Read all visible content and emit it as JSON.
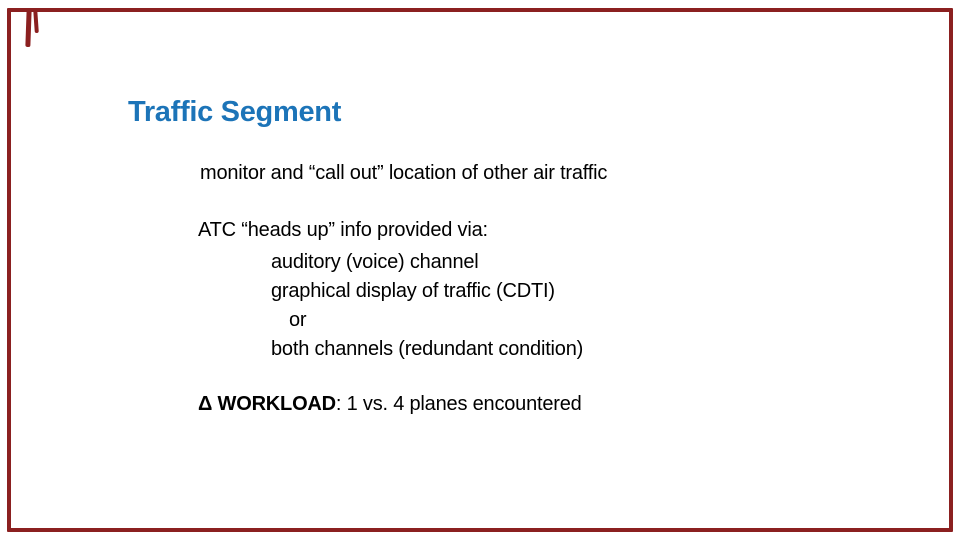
{
  "slide": {
    "title": "Traffic Segment",
    "body": {
      "monitor_line": "monitor and “call out” location of other air traffic",
      "atc_line": "ATC “heads up” info provided via:",
      "via_options": [
        "auditory (voice) channel",
        "graphical display of traffic (CDTI)",
        "or",
        "both channels (redundant condition)"
      ],
      "workload_term": "Δ WORKLOAD",
      "workload_detail": ": 1 vs. 4 planes encountered"
    },
    "colors": {
      "title_blue": "#1C74B8",
      "border_dark_red": "#8B2020",
      "body_text": "#000000",
      "background": "#FFFFFF"
    }
  }
}
